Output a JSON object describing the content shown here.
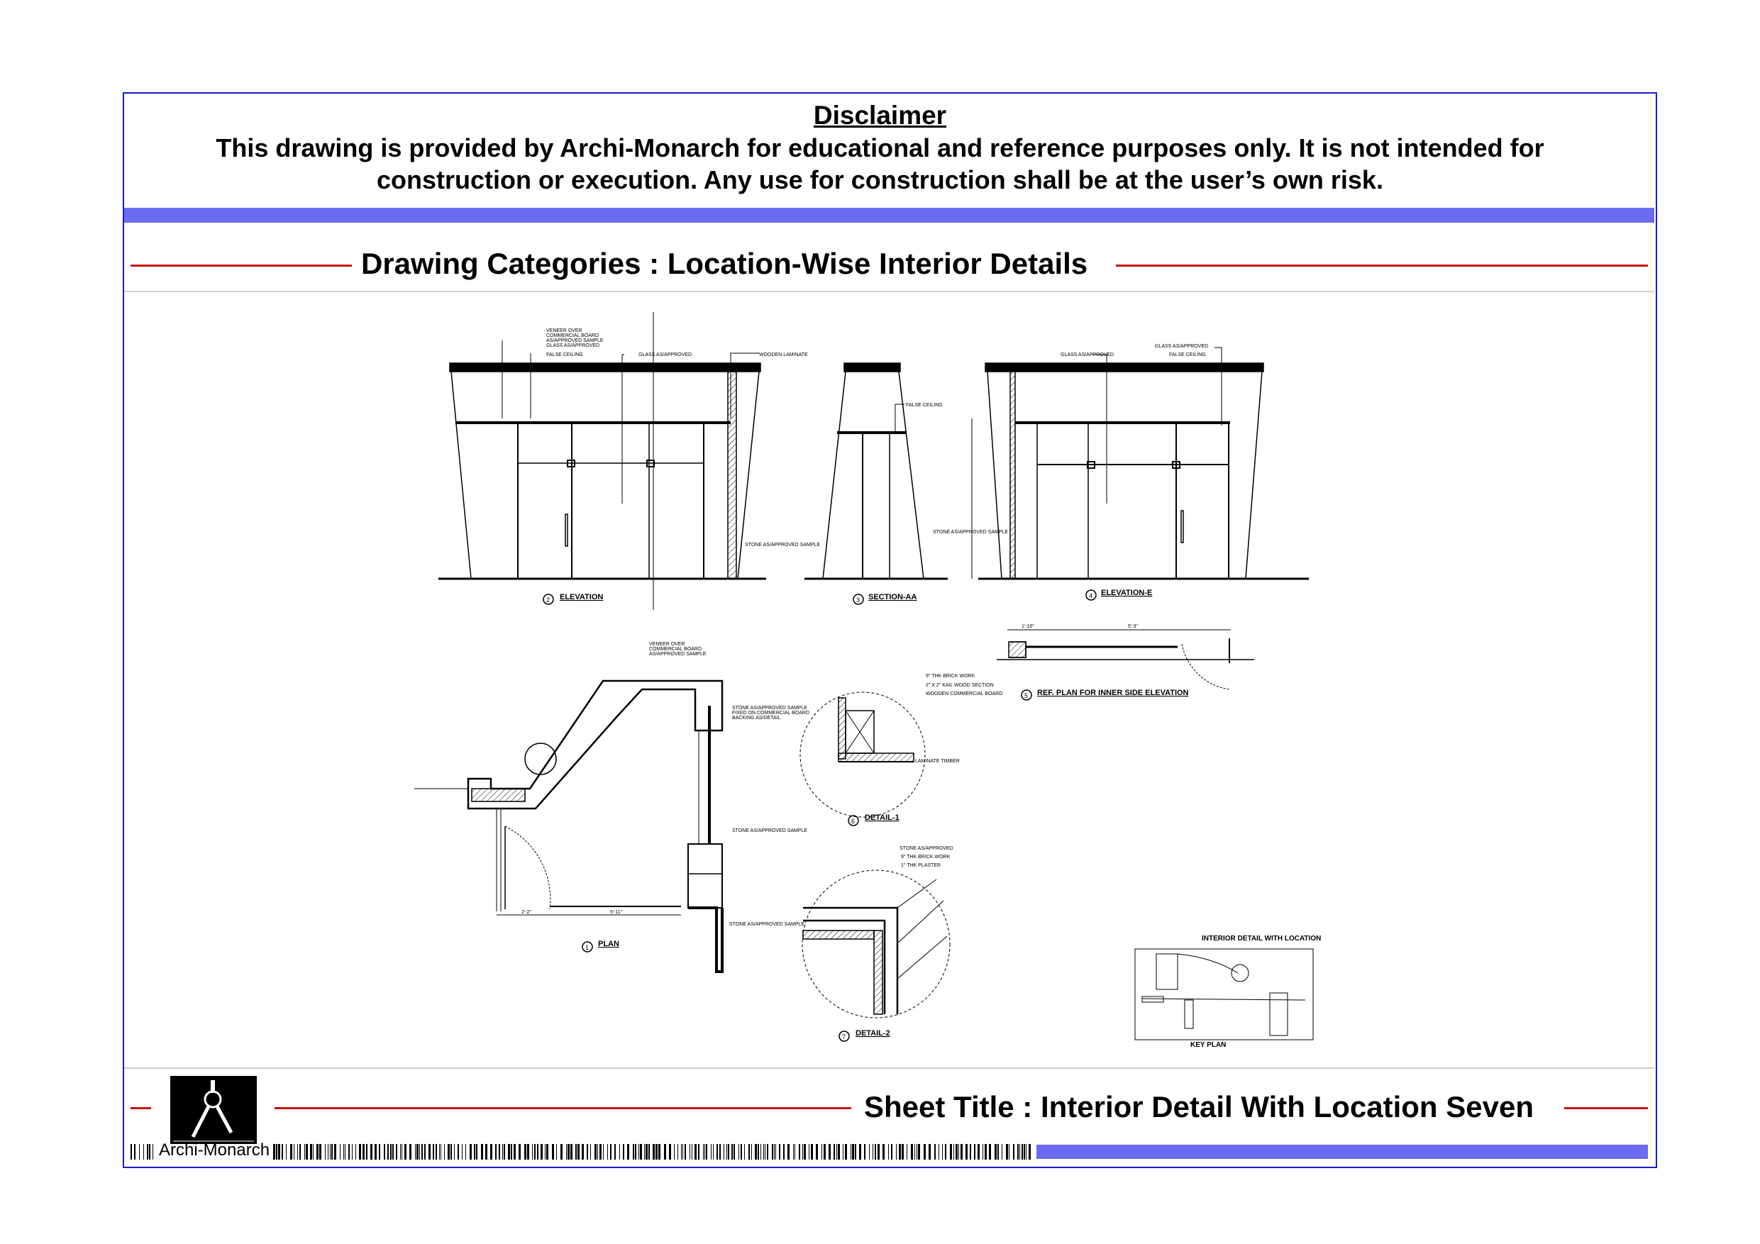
{
  "disclaimer": {
    "title": "Disclaimer",
    "line1": "This drawing is provided by Archi-Monarch for educational and reference purposes only. It is not intended for",
    "line2": "construction or execution. Any use for construction shall be at the user’s own risk."
  },
  "category_heading": "Drawing Categories : Location-Wise Interior Details",
  "drawings": {
    "elevation": {
      "num": "2",
      "title": "ELEVATION",
      "notes": [
        "VENEER OVER",
        "COMMERCIAL BOARD",
        "AS/APPROVED SAMPLE",
        "GLASS AS/APPROVED",
        "FALSE CEILING",
        "GLASS AS/APPROVED",
        "WOODEN LAMINATE",
        "STONE AS/APPROVED SAMPLE"
      ]
    },
    "section": {
      "num": "3",
      "title": "SECTION-AA",
      "notes": [
        "FALSE CEILING"
      ]
    },
    "elevation_e": {
      "num": "4",
      "title": "ELEVATION-E",
      "notes": [
        "GLASS AS/APPROVED",
        "GLASS AS/APPROVED",
        "FALSE CEILING",
        "STONE AS/APPROVED SAMPLE"
      ]
    },
    "ref_plan": {
      "num": "5",
      "title": "REF. PLAN FOR INNER SIDE ELEVATION",
      "dims": [
        "1'-10\"",
        "5'-3\""
      ]
    },
    "plan": {
      "num": "1",
      "title": "PLAN",
      "notes": [
        "VENEER OVER",
        "COMMERCIAL BOARD",
        "AS/APPROVED SAMPLE",
        "STONE AS/APPROVED SAMPLE",
        "FIXED ON COMMERCIAL BOARD",
        "BACKING AS/DETAIL",
        "STONE AS/APPROVED SAMPLE",
        "STONE AS/APPROVED SAMPLE"
      ],
      "dims": [
        "2'-2\"",
        "5'-11\""
      ]
    },
    "detail1": {
      "num": "6",
      "title": "DETAIL-1",
      "notes": [
        "9\" THK BRICK WORK",
        "2\" X 2\" KAIL WOOD SECTION",
        "WOODEN COMMERCIAL BOARD",
        "LAMINATE TIMBER"
      ]
    },
    "detail2": {
      "num": "7",
      "title": "DETAIL-2",
      "notes": [
        "STONE AS/APPROVED",
        "9\" THK BRICK WORK",
        "1\" THK PLASTER"
      ]
    },
    "keyplan": {
      "title": "INTERIOR DETAIL WITH LOCATION",
      "caption": "KEY PLAN"
    }
  },
  "footer": {
    "brand": "Archi-Monarch",
    "sheet_title": "Sheet Title : Interior Detail With Location Seven"
  }
}
